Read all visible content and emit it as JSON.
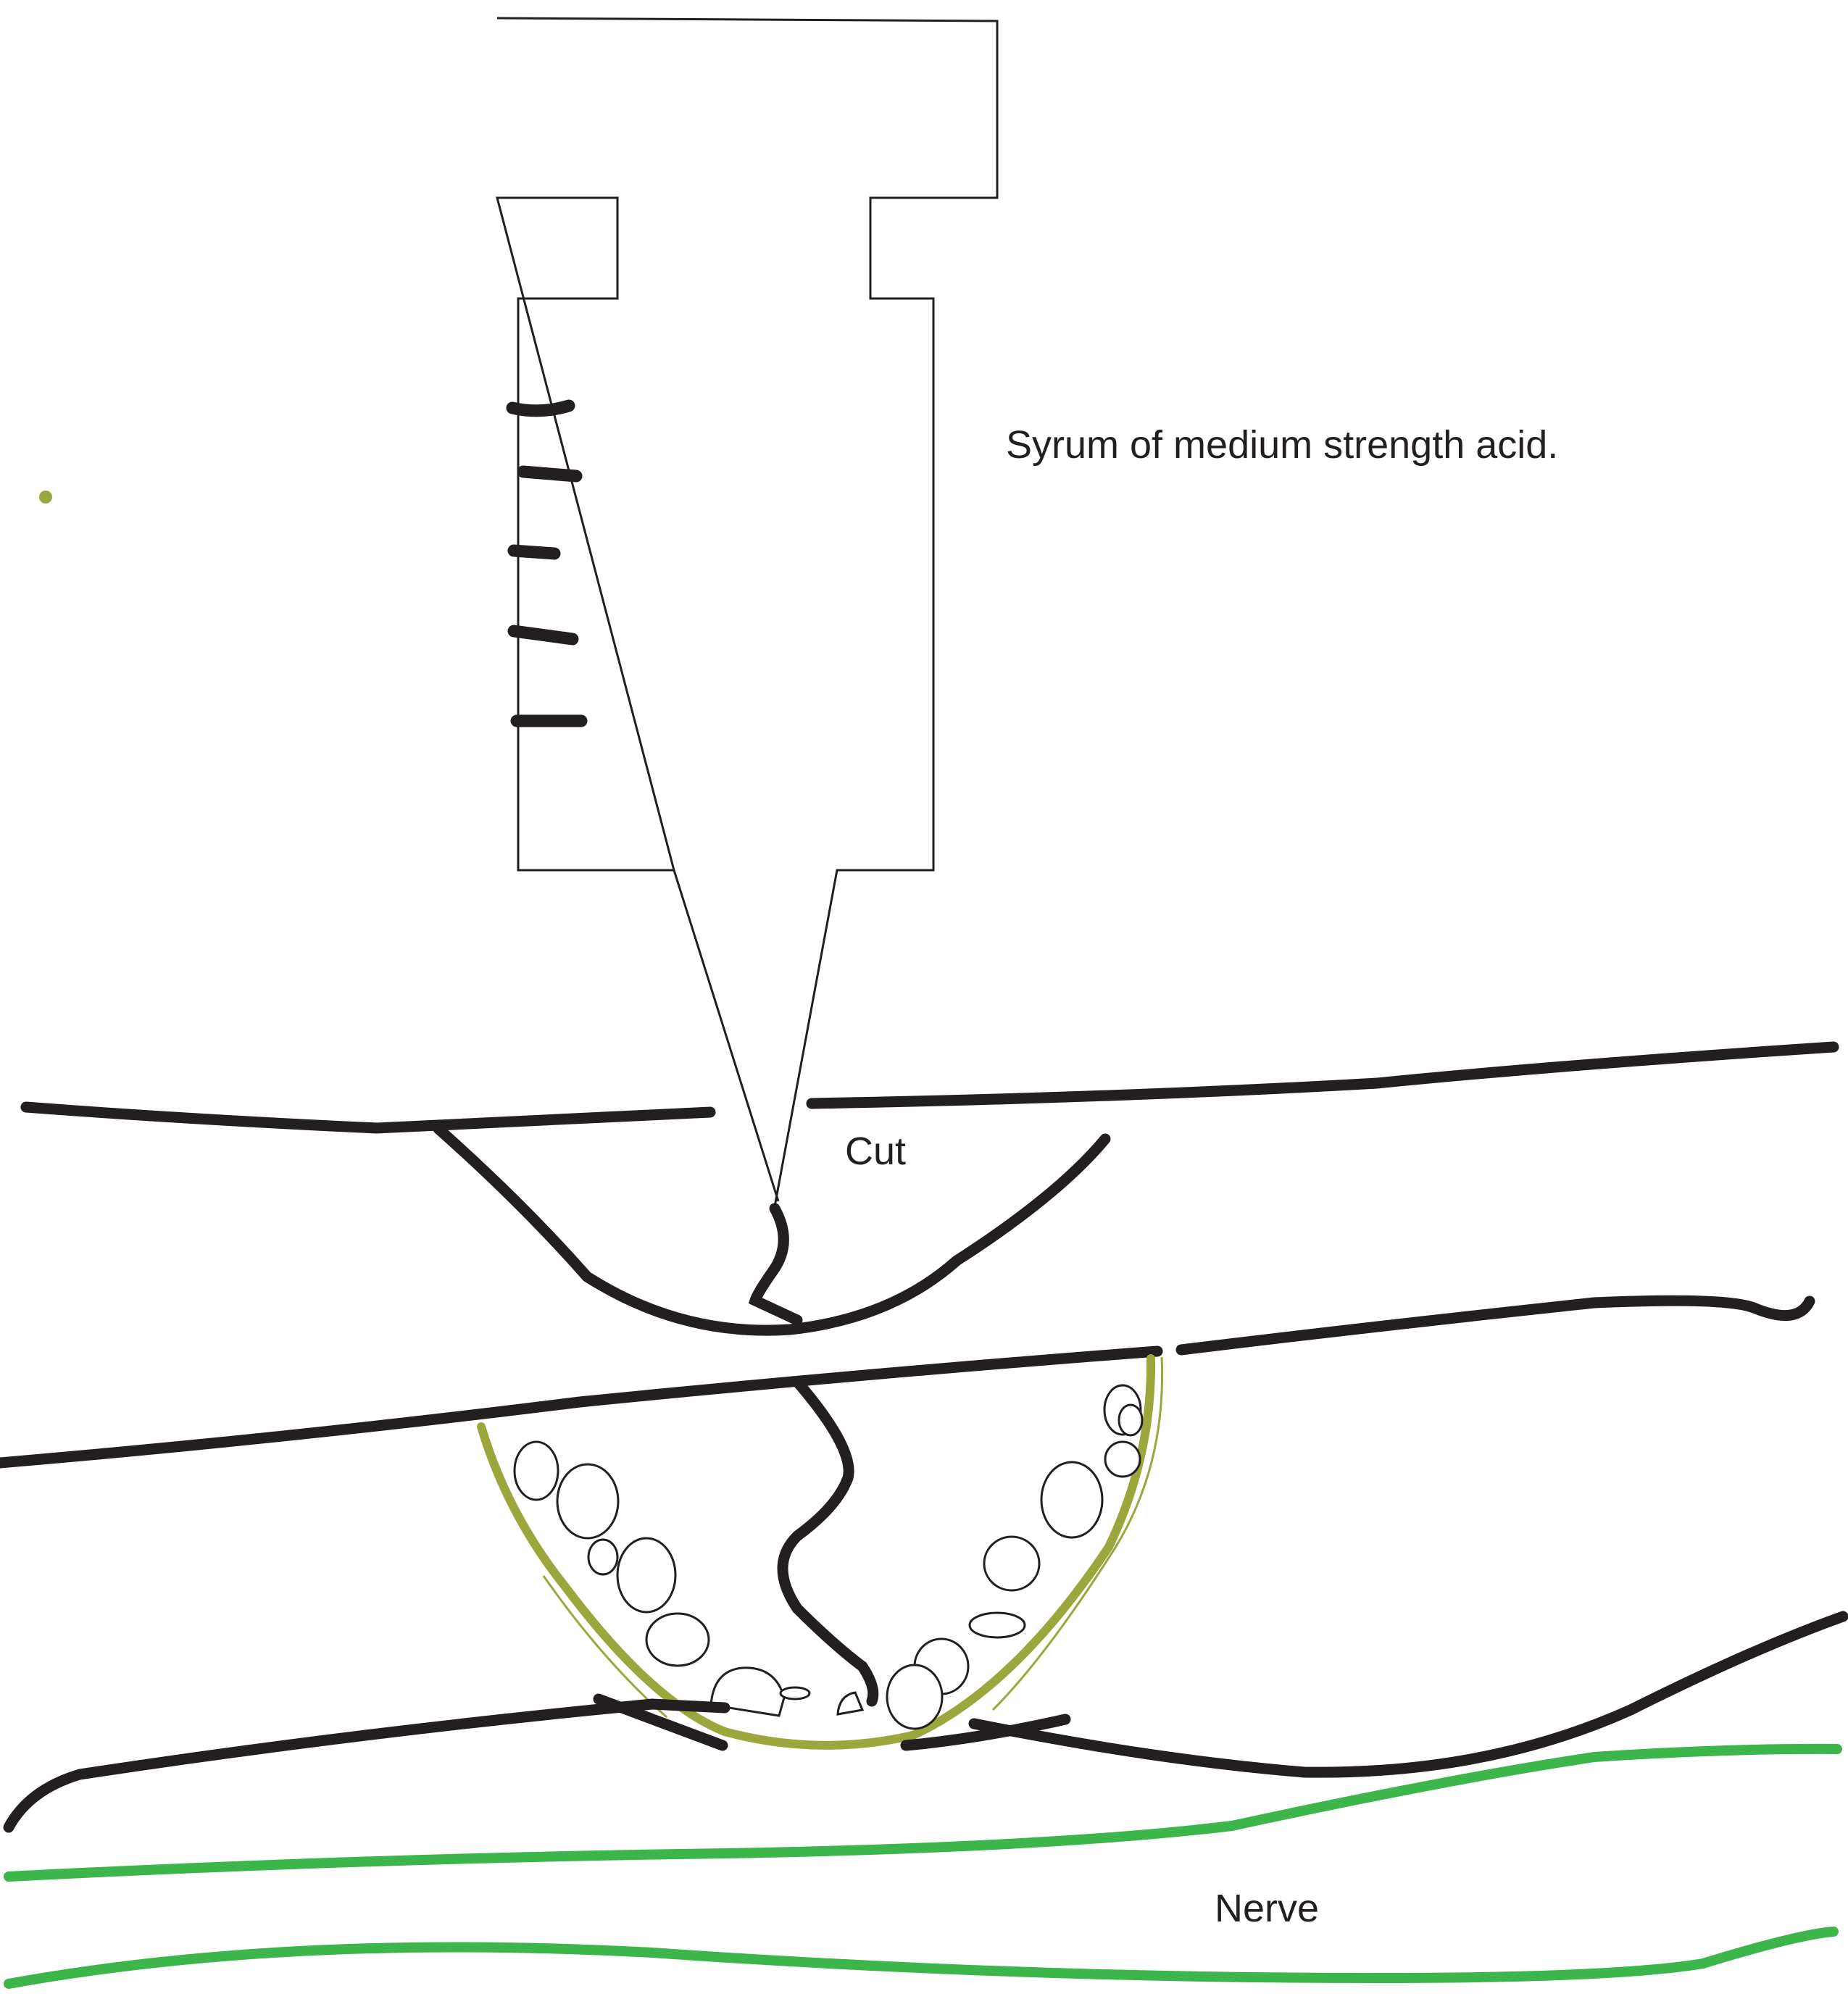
{
  "labels": {
    "syringe_label": "Syrum of medium strength acid.",
    "cut_label": "Cut",
    "nerve_label": "Nerve"
  },
  "colors": {
    "ink": "#231f20",
    "tissue_outline": "#9ba73c",
    "nerve": "#3cb54a"
  },
  "syringe": {
    "graduation_count": 5
  }
}
